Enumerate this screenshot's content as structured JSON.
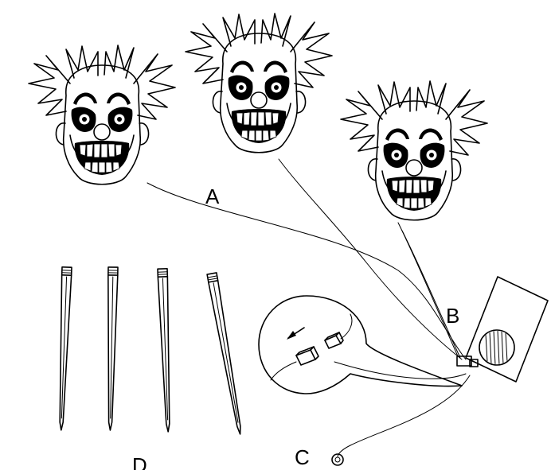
{
  "labels": {
    "a": "A",
    "b": "B",
    "c": "C",
    "d": "D"
  },
  "parts": {
    "heads": [
      "clown-head",
      "clown-head",
      "clown-head"
    ],
    "stakes": [
      "stake",
      "stake",
      "stake",
      "stake"
    ],
    "control_box": "speaker-box",
    "connector_detail": "plug-connector"
  },
  "colors": {
    "ink": "#000000",
    "background": "#ffffff"
  }
}
